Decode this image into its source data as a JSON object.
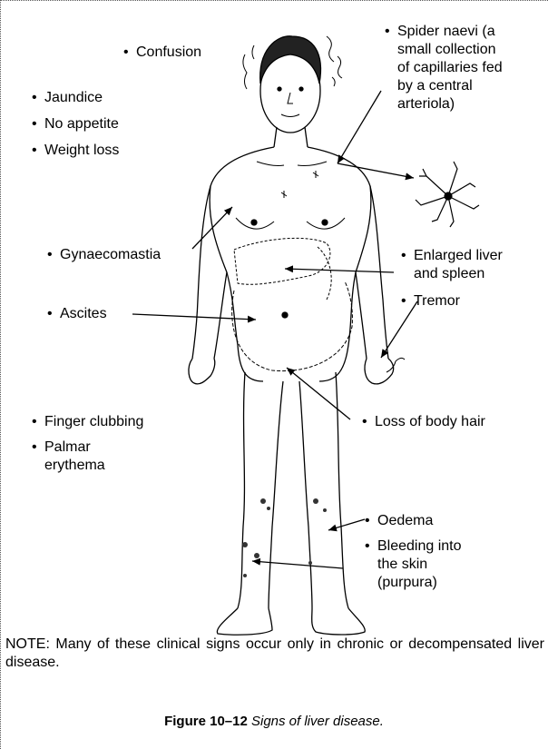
{
  "labels": {
    "confusion": "Confusion",
    "jaundice": "Jaundice",
    "no_appetite": "No appetite",
    "weight_loss": "Weight loss",
    "spider_naevi": [
      "Spider naevi (a",
      "small collection",
      "of capillaries fed",
      "by a central",
      "arteriola)"
    ],
    "gynaecomastia": "Gynaecomastia",
    "liver_spleen": [
      "Enlarged liver",
      "and spleen"
    ],
    "ascites": "Ascites",
    "tremor": "Tremor",
    "finger_clubbing": "Finger clubbing",
    "palmar": [
      "Palmar",
      "erythema"
    ],
    "hair_loss": "Loss of body hair",
    "oedema": "Oedema",
    "bleeding": [
      "Bleeding into",
      "the skin",
      "(purpura)"
    ]
  },
  "note": "NOTE: Many of these clinical signs occur only in chronic or decompensated liver disease.",
  "caption": {
    "number": "Figure 10–12",
    "text": "Signs of liver disease."
  }
}
